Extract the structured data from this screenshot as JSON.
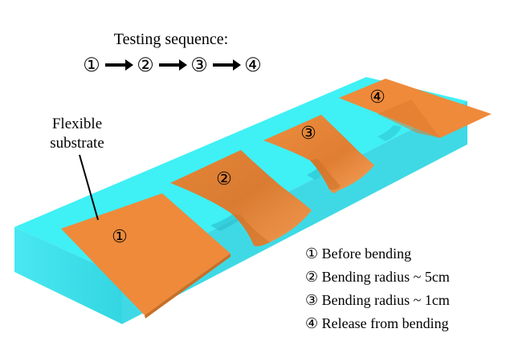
{
  "title": "Testing sequence:",
  "sequence": [
    "①",
    "②",
    "③",
    "④"
  ],
  "callout": {
    "line1": "Flexible",
    "line2": "substrate"
  },
  "strip_markers": [
    "①",
    "②",
    "③",
    "④"
  ],
  "legend": [
    "① Before bending",
    "② Bending radius ~ 5cm",
    "③ Bending radius ~ 1cm",
    "④ Release from bending"
  ],
  "colors": {
    "base_top": "#3FF0F5",
    "base_front": "#38DDE8",
    "base_side": "#56C8D8",
    "strip": "#EE8A3A",
    "strip_dark": "#E07A2E",
    "strip_light": "#F39A50"
  }
}
